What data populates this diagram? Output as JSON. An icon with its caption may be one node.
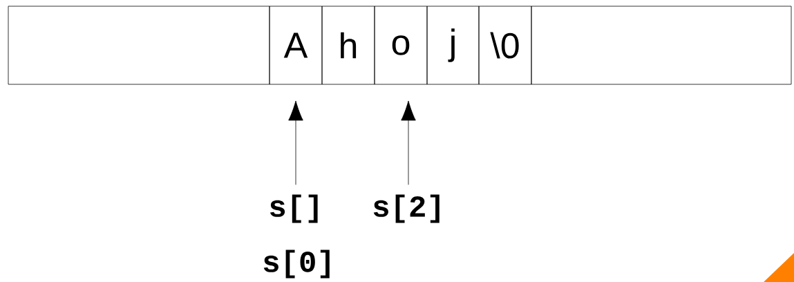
{
  "diagram": {
    "nodes": [
      {
        "text": [],
        "shape": "box"
      },
      {
        "text": [
          "A"
        ]
      },
      {
        "text": [
          "h"
        ]
      },
      {
        "text": [
          "o"
        ]
      },
      {
        "text": [
          "j"
        ]
      },
      {
        "text": [
          "\\0"
        ]
      },
      {
        "text": [],
        "shape": "box"
      },
      {
        "text": [
          "s[]"
        ]
      },
      {
        "text": [
          "s[2]"
        ]
      }
    ],
    "edges": [
      {
        "from": 7,
        "to": 1,
        "arrow": "to"
      },
      {
        "from": 8,
        "to": 3,
        "arrow": "to"
      }
    ],
    "labels": [
      "s[0]"
    ]
  }
}
